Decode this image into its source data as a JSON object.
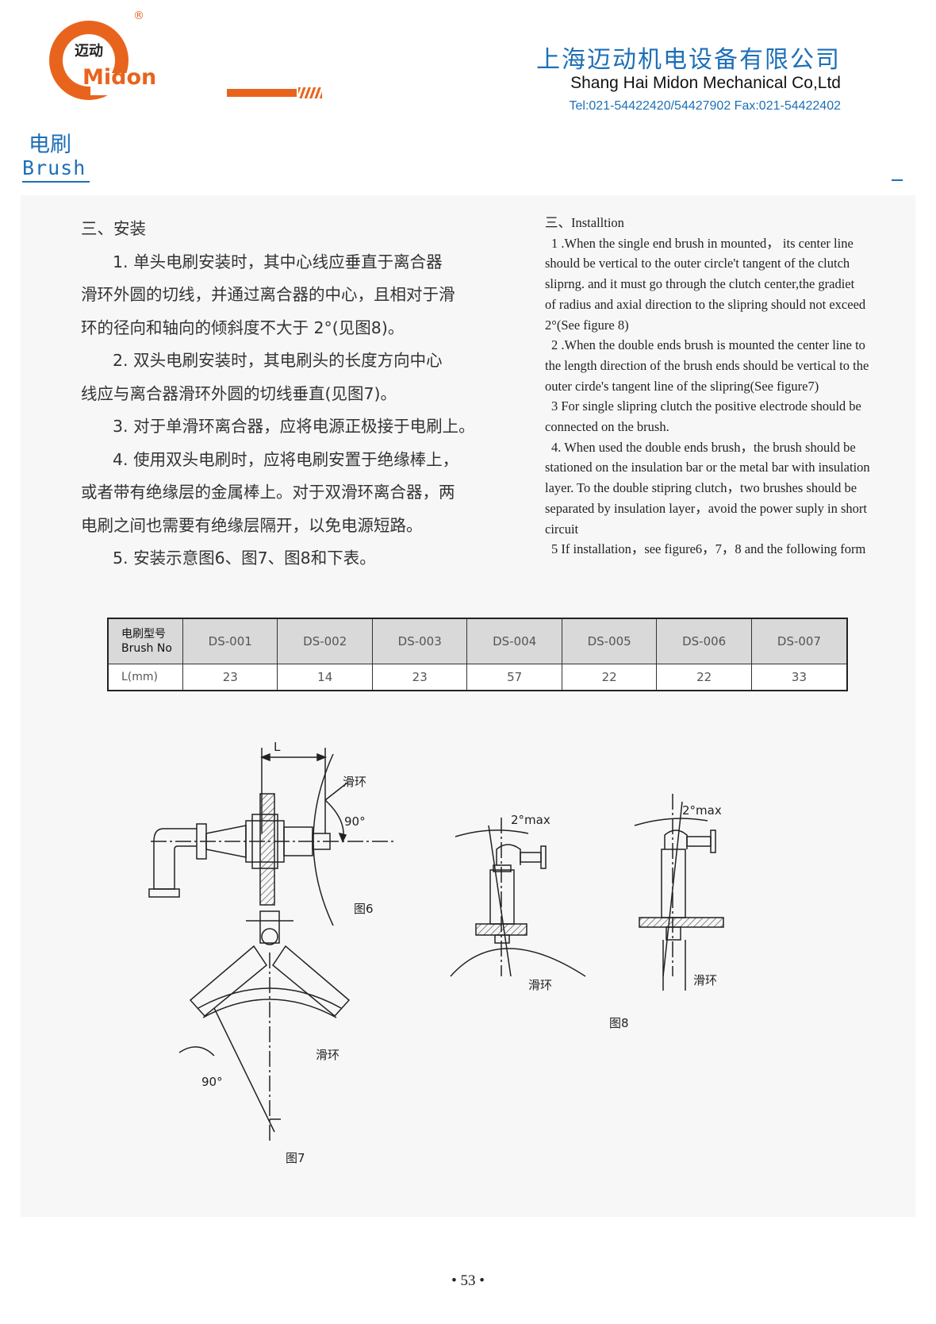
{
  "header": {
    "logo_cn": "迈动",
    "logo_en": "Midon",
    "registered_mark": "®",
    "company_cn": "上海迈动机电设备有限公司",
    "company_en": "Shang Hai Midon Mechanical Co,Ltd",
    "contact": "Tel:021-54422420/54427902 Fax:021-54422402"
  },
  "section": {
    "title_cn": "电刷",
    "title_en": "Brush"
  },
  "chinese": {
    "heading": "三、安装",
    "p1a": "1. 单头电刷安装时，其中心线应垂直于离合器",
    "p1b": "滑环外圆的切线，并通过离合器的中心，且相对于滑",
    "p1c": "环的径向和轴向的倾斜度不大于 2°(见图8)。",
    "p2a": "2. 双头电刷安装时，其电刷头的长度方向中心",
    "p2b": "线应与离合器滑环外圆的切线垂直(见图7)。",
    "p3": "3. 对于单滑环离合器，应将电源正极接于电刷上。",
    "p4a": "4. 使用双头电刷时，应将电刷安置于绝缘棒上，",
    "p4b": "或者带有绝缘层的金属棒上。对于双滑环离合器，两",
    "p4c": "电刷之间也需要有绝缘层隔开，以免电源短路。",
    "p5": "5. 安装示意图6、图7、图8和下表。"
  },
  "english": {
    "heading": "三、Installtion",
    "lines": [
      "1 .When the single end brush in mounted， its center line",
      "should be vertical to the outer circle't tangent of the clutch",
      "sliprng.  and it must go through the clutch center,the gradiet",
      "of radius and axial direction to the slipring should not exceed",
      "2°(See figure 8)",
      "2 .When the double ends brush is mounted the center line to",
      "the length direction of the brush ends should be vertical to the",
      "outer cirde's tangent line of the slipring(See figure7)",
      "3 For single slipring clutch the positive electrode should be",
      "connected on the brush.",
      "4.  When used the double ends brush，the brush should be",
      "stationed on the insulation bar or the metal bar with insulation",
      "layer.  To the double stipring clutch，two brushes should be",
      "separated by insulation layer，avoid the power suply in short",
      "circuit",
      "5 If installation，see figure6，7，8 and the following form"
    ]
  },
  "table": {
    "header_cn": "电刷型号",
    "header_en": "Brush No",
    "row_label": "L(mm)",
    "models": [
      "DS-001",
      "DS-002",
      "DS-003",
      "DS-004",
      "DS-005",
      "DS-006",
      "DS-007"
    ],
    "lengths": [
      "23",
      "14",
      "23",
      "57",
      "22",
      "22",
      "33"
    ]
  },
  "figures": {
    "dim_L": "L",
    "slip_ring": "滑环",
    "angle_90": "90°",
    "angle_2max": "2°max",
    "fig6": "图6",
    "fig7": "图7",
    "fig8": "图8"
  },
  "footer": {
    "page": "• 53 •"
  },
  "colors": {
    "brand_blue": "#1d6fb8",
    "brand_orange": "#e8641c"
  }
}
